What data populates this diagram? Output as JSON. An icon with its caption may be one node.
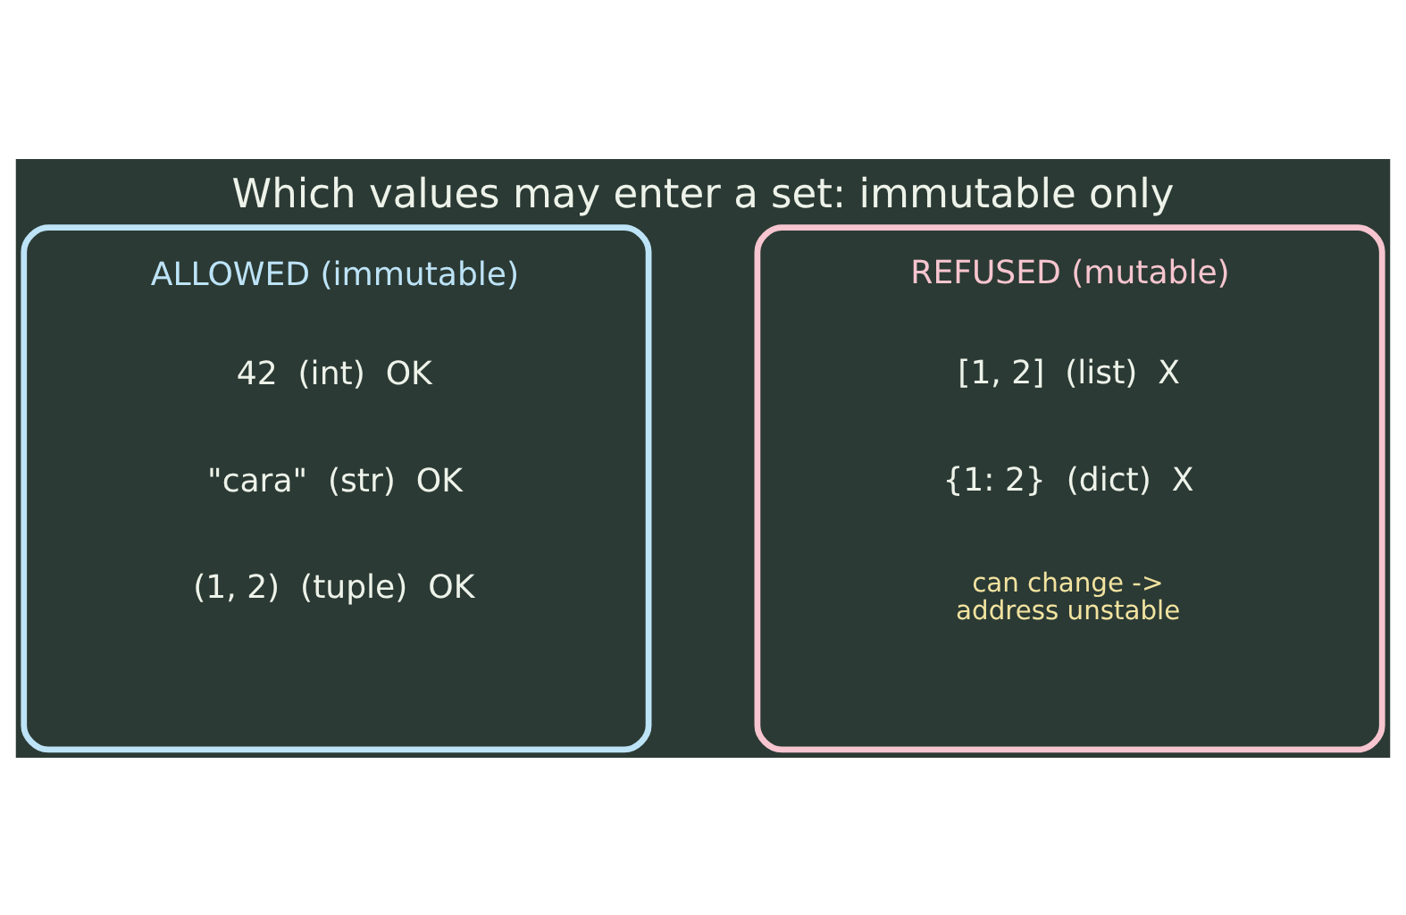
{
  "diagram": {
    "title": "Which values may enter a set: immutable only",
    "nodes": [
      {
        "text": [
          "ALLOWED (immutable)",
          "42  (int)  OK",
          "\"cara\"  (str)  OK",
          "(1, 2)  (tuple)  OK"
        ]
      },
      {
        "text": [
          "REFUSED (mutable)",
          "[1, 2]  (list)  X",
          "{1: 2}  (dict)  X",
          "can change -> address unstable"
        ]
      }
    ]
  }
}
